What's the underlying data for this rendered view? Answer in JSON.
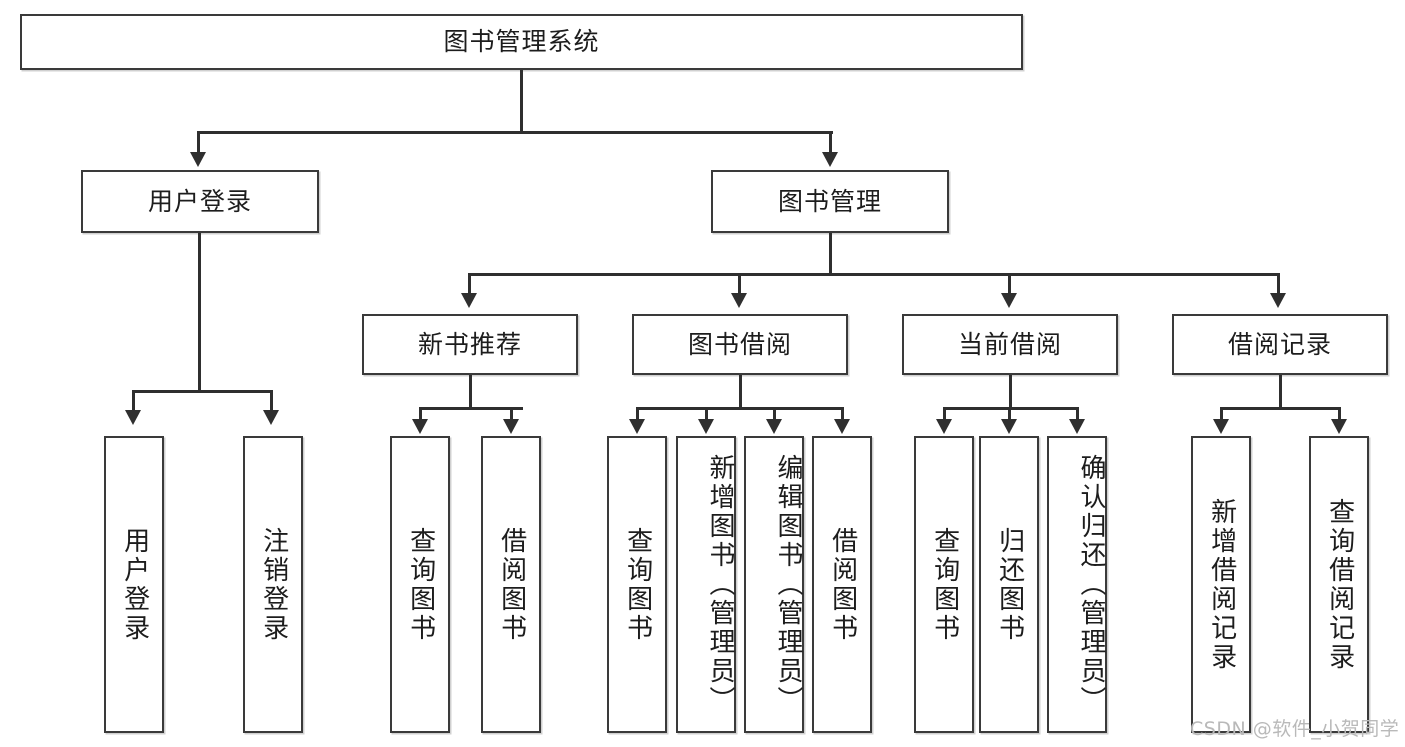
{
  "diagram": {
    "title": "图书管理系统",
    "type": "tree",
    "root": {
      "label": "图书管理系统"
    },
    "level2": [
      {
        "label": "用户登录"
      },
      {
        "label": "图书管理"
      }
    ],
    "level3": [
      {
        "label": "新书推荐"
      },
      {
        "label": "图书借阅"
      },
      {
        "label": "当前借阅"
      },
      {
        "label": "借阅记录"
      }
    ],
    "leaves": [
      {
        "label": "用户登录",
        "parent": "用户登录"
      },
      {
        "label": "注销登录",
        "parent": "用户登录"
      },
      {
        "label": "查询图书",
        "parent": "新书推荐"
      },
      {
        "label": "借阅图书",
        "parent": "新书推荐"
      },
      {
        "label": "查询图书",
        "parent": "图书借阅"
      },
      {
        "label": "新增图书（管理员）",
        "parent": "图书借阅"
      },
      {
        "label": "编辑图书（管理员）",
        "parent": "图书借阅"
      },
      {
        "label": "借阅图书",
        "parent": "图书借阅"
      },
      {
        "label": "查询图书",
        "parent": "当前借阅"
      },
      {
        "label": "归还图书",
        "parent": "当前借阅"
      },
      {
        "label": "确认归还（管理员）",
        "parent": "当前借阅"
      },
      {
        "label": "新增借阅记录",
        "parent": "借阅记录"
      },
      {
        "label": "查询借阅记录",
        "parent": "借阅记录"
      }
    ]
  },
  "watermark": {
    "text": "CSDN @软件_小贺同学"
  },
  "colors": {
    "border": "#3a3a3a",
    "connector": "#2f2f2f",
    "background": "#ffffff",
    "text": "#1d1d1d",
    "watermark": "#b9b9b9"
  }
}
